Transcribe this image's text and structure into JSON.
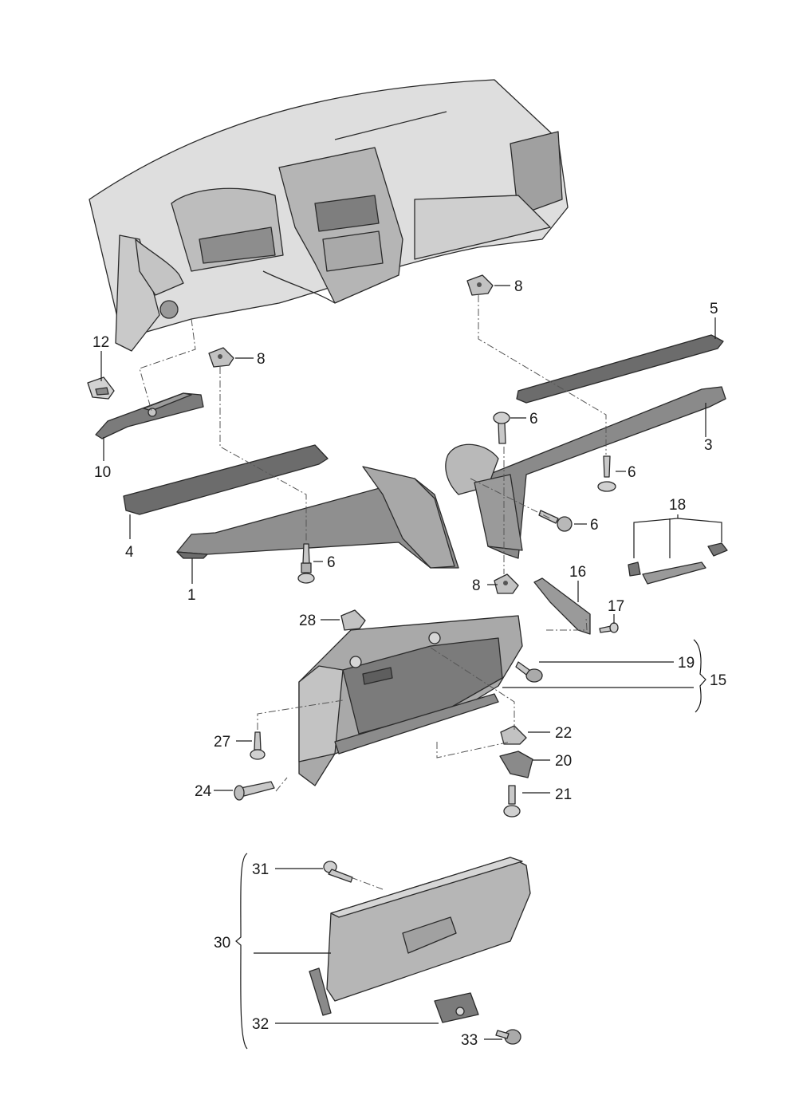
{
  "labels": {
    "l1": "1",
    "l3": "3",
    "l4": "4",
    "l5": "5",
    "l6a": "6",
    "l6b": "6",
    "l6c": "6",
    "l6d": "6",
    "l8a": "8",
    "l8b": "8",
    "l8c": "8",
    "l10": "10",
    "l12": "12",
    "l15": "15",
    "l16": "16",
    "l17": "17",
    "l18": "18",
    "l19": "19",
    "l20": "20",
    "l21": "21",
    "l22": "22",
    "l24": "24",
    "l27": "27",
    "l28": "28",
    "l30": "30",
    "l31": "31",
    "l32": "32",
    "l33": "33"
  },
  "colors": {
    "dashboard": "#dcdcdc",
    "trim": "#bcbcbc",
    "glovebox": "#aeaeae",
    "dark": "#6f6f6f"
  }
}
